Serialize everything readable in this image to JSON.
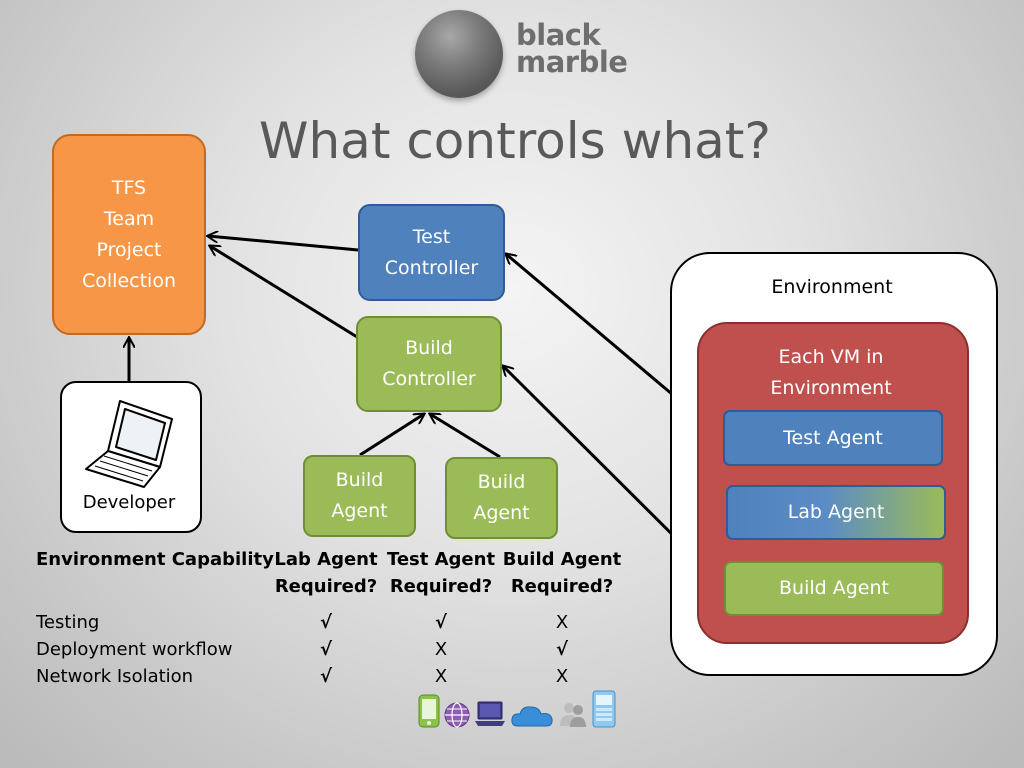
{
  "logo": {
    "line1": "black",
    "line2": "marble"
  },
  "title": "What controls what?",
  "nodes": {
    "tfs": [
      "TFS",
      "Team",
      "Project",
      "Collection"
    ],
    "test_controller": [
      "Test",
      "Controller"
    ],
    "build_controller": [
      "Build",
      "Controller"
    ],
    "build_agent_1": [
      "Build",
      "Agent"
    ],
    "build_agent_2": [
      "Build",
      "Agent"
    ],
    "developer": "Developer"
  },
  "environment": {
    "label": "Environment",
    "vm_label": [
      "Each VM in",
      "Environment"
    ],
    "test_agent": "Test Agent",
    "lab_agent": "Lab Agent",
    "build_agent": "Build Agent"
  },
  "table": {
    "headers": [
      "Environment Capability",
      "Lab Agent Required?",
      "Test Agent Required?",
      "Build Agent Required?"
    ],
    "header_lines": [
      [
        "Environment Capability"
      ],
      [
        "Lab Agent",
        "Required?"
      ],
      [
        "Test Agent",
        "Required?"
      ],
      [
        "Build Agent",
        "Required?"
      ]
    ],
    "rows": [
      {
        "capability": "Testing",
        "lab": "√",
        "test": "√",
        "build": "X"
      },
      {
        "capability": "Deployment workflow",
        "lab": "√",
        "test": "X",
        "build": "√"
      },
      {
        "capability": "Network Isolation",
        "lab": "√",
        "test": "X",
        "build": "X"
      }
    ]
  },
  "footer_icons": [
    "phone-icon",
    "globe-icon",
    "laptop-icon",
    "cloud-icon",
    "people-icon",
    "mobile-device-icon"
  ],
  "colors": {
    "orange": "#f79646",
    "blue": "#4f81bd",
    "green": "#9bbb59",
    "red": "#c0504d"
  }
}
